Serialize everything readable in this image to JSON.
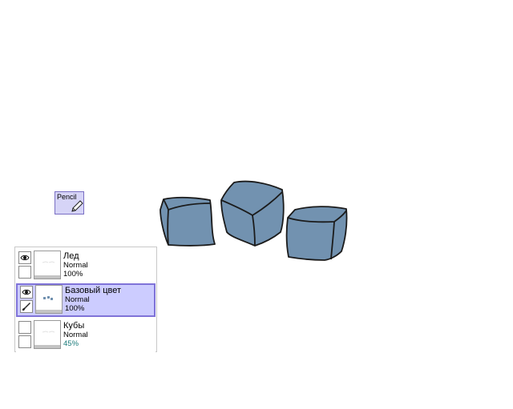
{
  "tool_tip": {
    "label": "Pencil",
    "icon": "pencil-icon"
  },
  "layers": [
    {
      "name": "Лед",
      "mode": "Normal",
      "opacity": "100%",
      "visible": true,
      "selected": false
    },
    {
      "name": "Базовый цвет",
      "mode": "Normal",
      "opacity": "100%",
      "visible": true,
      "selected": true
    },
    {
      "name": "Кубы",
      "mode": "Normal",
      "opacity": "45%",
      "visible": false,
      "selected": false
    }
  ],
  "colors": {
    "cube_fill": "#7292b0",
    "cube_stroke": "#1b1b1b",
    "selection_bg": "#ccccff",
    "selection_border": "#7f73d8"
  }
}
